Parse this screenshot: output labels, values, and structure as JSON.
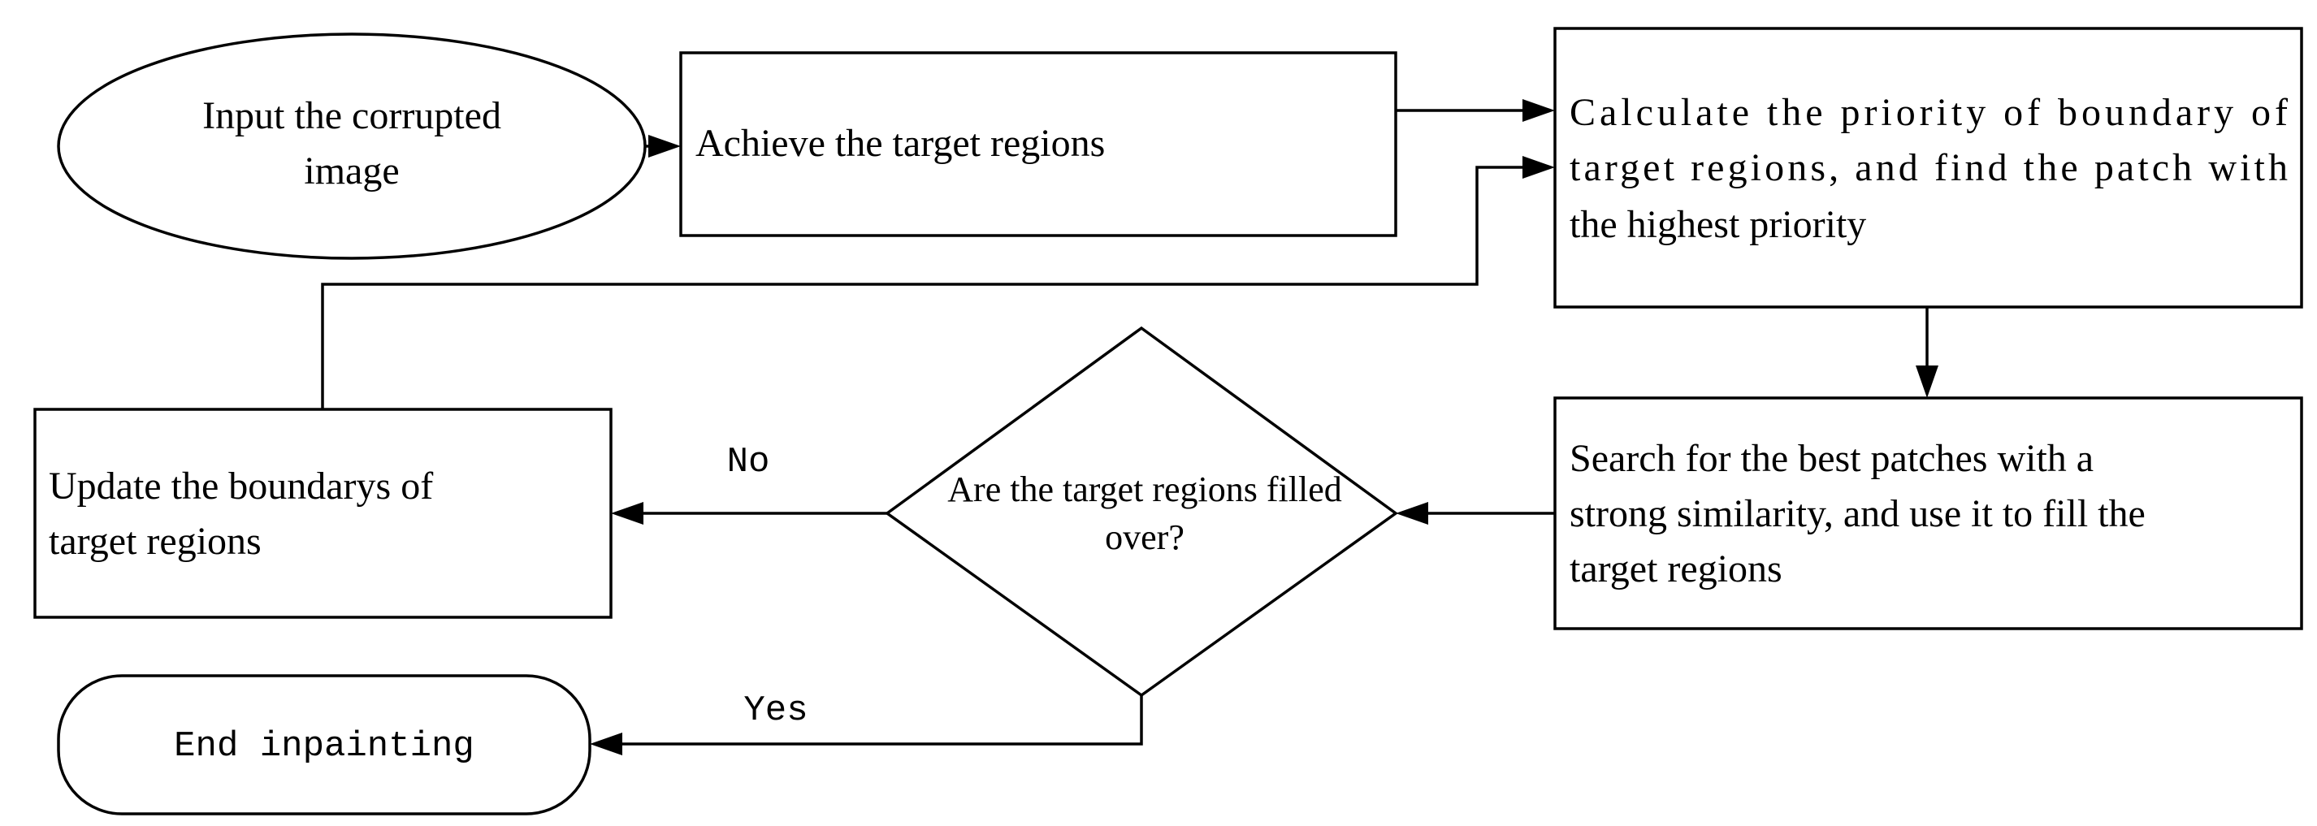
{
  "nodes": {
    "input": {
      "line1": "Input the corrupted",
      "line2": "image"
    },
    "achieve": {
      "text": "Achieve the target regions"
    },
    "calculate": {
      "line1": "Calculate the priority of boundary of",
      "line2": "target regions, and find the patch with",
      "line3": "the highest  priority"
    },
    "search": {
      "line1": "Search for the best patches with a",
      "line2": "strong similarity, and use it to fill the",
      "line3": "target regions"
    },
    "decision": {
      "line1": "Are the target regions filled",
      "line2": "over?"
    },
    "update": {
      "line1": "Update the boundarys of",
      "line2": "target regions"
    },
    "end": {
      "text": "End inpainting"
    }
  },
  "edges": {
    "no_label": "No",
    "yes_label": "Yes"
  }
}
